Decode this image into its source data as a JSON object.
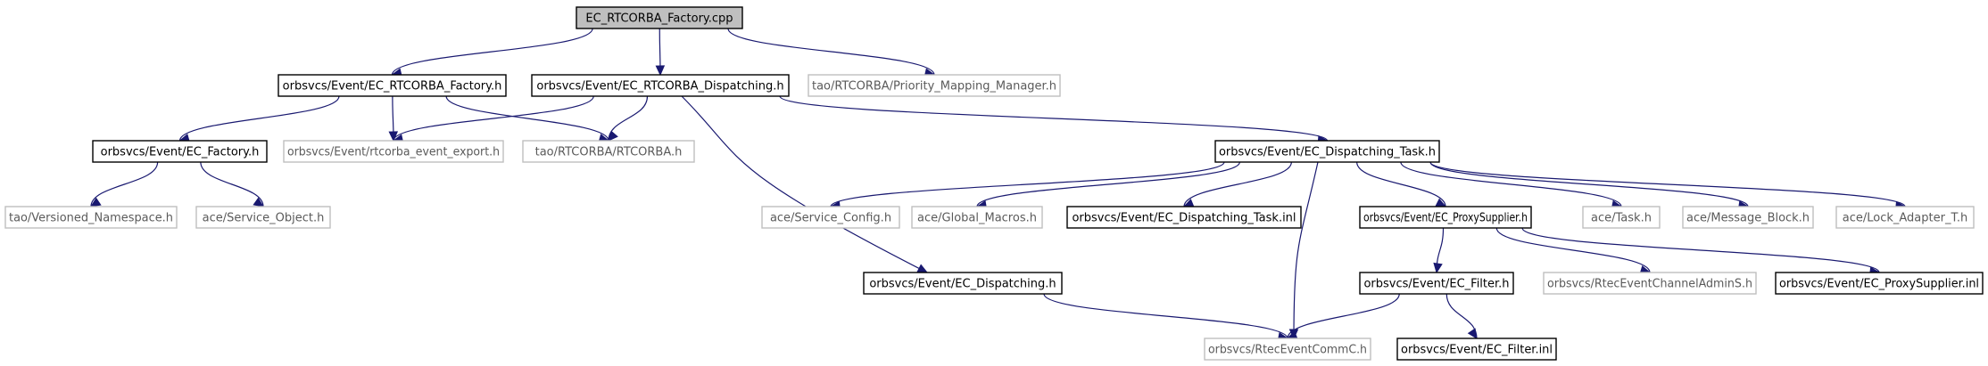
{
  "diagram": {
    "type": "include-dependency-graph",
    "edge_color": "#191970",
    "node_border_strong": "#000000",
    "node_border_weak": "#bfbfbf",
    "root_fill": "#bfbfbf",
    "nodes": [
      {
        "id": "root",
        "label": "EC_RTCORBA_Factory.cpp",
        "style": "root"
      },
      {
        "id": "factory_h",
        "label": "orbsvcs/Event/EC_RTCORBA_Factory.h",
        "style": "strong"
      },
      {
        "id": "dispatching_rt_h",
        "label": "orbsvcs/Event/EC_RTCORBA_Dispatching.h",
        "style": "strong"
      },
      {
        "id": "priority_h",
        "label": "tao/RTCORBA/Priority_Mapping_Manager.h",
        "style": "weak"
      },
      {
        "id": "ec_factory_h",
        "label": "orbsvcs/Event/EC_Factory.h",
        "style": "strong"
      },
      {
        "id": "rtcorba_export_h",
        "label": "orbsvcs/Event/rtcorba_event_export.h",
        "style": "weak"
      },
      {
        "id": "rtcorba_h",
        "label": "tao/RTCORBA/RTCORBA.h",
        "style": "weak"
      },
      {
        "id": "task_h",
        "label": "orbsvcs/Event/EC_Dispatching_Task.h",
        "style": "strong"
      },
      {
        "id": "versioned_h",
        "label": "tao/Versioned_Namespace.h",
        "style": "weak"
      },
      {
        "id": "service_object_h",
        "label": "ace/Service_Object.h",
        "style": "weak"
      },
      {
        "id": "service_config_h",
        "label": "ace/Service_Config.h",
        "style": "weak"
      },
      {
        "id": "global_macros_h",
        "label": "ace/Global_Macros.h",
        "style": "weak"
      },
      {
        "id": "task_inl",
        "label": "orbsvcs/Event/EC_Dispatching_Task.inl",
        "style": "strong"
      },
      {
        "id": "proxy_supplier_h",
        "label": "orbsvcs/Event/EC_ProxySupplier.h",
        "style": "strong"
      },
      {
        "id": "ace_task_h",
        "label": "ace/Task.h",
        "style": "weak"
      },
      {
        "id": "message_block_h",
        "label": "ace/Message_Block.h",
        "style": "weak"
      },
      {
        "id": "lock_adapter_h",
        "label": "ace/Lock_Adapter_T.h",
        "style": "weak"
      },
      {
        "id": "ec_dispatching_h",
        "label": "orbsvcs/Event/EC_Dispatching.h",
        "style": "strong"
      },
      {
        "id": "ec_filter_h",
        "label": "orbsvcs/Event/EC_Filter.h",
        "style": "strong"
      },
      {
        "id": "rtec_admin_h",
        "label": "orbsvcs/RtecEventChannelAdminS.h",
        "style": "weak"
      },
      {
        "id": "proxy_supplier_inl",
        "label": "orbsvcs/Event/EC_ProxySupplier.inl",
        "style": "strong"
      },
      {
        "id": "rtec_comm_h",
        "label": "orbsvcs/RtecEventCommC.h",
        "style": "weak"
      },
      {
        "id": "ec_filter_inl",
        "label": "orbsvcs/Event/EC_Filter.inl",
        "style": "strong"
      }
    ],
    "edges": [
      {
        "from": "root",
        "to": "factory_h"
      },
      {
        "from": "root",
        "to": "dispatching_rt_h"
      },
      {
        "from": "root",
        "to": "priority_h"
      },
      {
        "from": "factory_h",
        "to": "ec_factory_h"
      },
      {
        "from": "factory_h",
        "to": "rtcorba_export_h"
      },
      {
        "from": "factory_h",
        "to": "rtcorba_h"
      },
      {
        "from": "dispatching_rt_h",
        "to": "rtcorba_export_h"
      },
      {
        "from": "dispatching_rt_h",
        "to": "rtcorba_h"
      },
      {
        "from": "dispatching_rt_h",
        "to": "task_h"
      },
      {
        "from": "dispatching_rt_h",
        "to": "ec_dispatching_h"
      },
      {
        "from": "ec_factory_h",
        "to": "versioned_h"
      },
      {
        "from": "ec_factory_h",
        "to": "service_object_h"
      },
      {
        "from": "task_h",
        "to": "service_config_h"
      },
      {
        "from": "task_h",
        "to": "global_macros_h"
      },
      {
        "from": "task_h",
        "to": "task_inl"
      },
      {
        "from": "task_h",
        "to": "proxy_supplier_h"
      },
      {
        "from": "task_h",
        "to": "ace_task_h"
      },
      {
        "from": "task_h",
        "to": "message_block_h"
      },
      {
        "from": "task_h",
        "to": "lock_adapter_h"
      },
      {
        "from": "task_h",
        "to": "rtec_comm_h"
      },
      {
        "from": "proxy_supplier_h",
        "to": "ec_filter_h"
      },
      {
        "from": "proxy_supplier_h",
        "to": "rtec_admin_h"
      },
      {
        "from": "proxy_supplier_h",
        "to": "proxy_supplier_inl"
      },
      {
        "from": "ec_dispatching_h",
        "to": "rtec_comm_h"
      },
      {
        "from": "ec_filter_h",
        "to": "rtec_comm_h"
      },
      {
        "from": "ec_filter_h",
        "to": "ec_filter_inl"
      }
    ]
  }
}
